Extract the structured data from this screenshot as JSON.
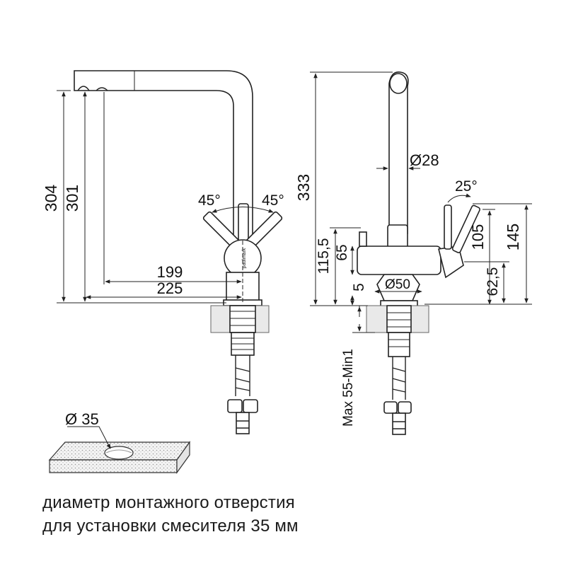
{
  "dimensions": {
    "h304": "304",
    "h301": "301",
    "angle_left": "45°",
    "angle_right": "45°",
    "d199": "199",
    "d225": "225",
    "h333": "333",
    "dia28": "Ø28",
    "angle25": "25°",
    "h115": "115,5",
    "h65": "65",
    "h5": "5",
    "dia50": "Ø50",
    "h105": "105",
    "h145": "145",
    "h62": "62,5",
    "maxmin": "Max 55-Min1",
    "hole_dia": "Ø 35"
  },
  "brand": "paulmark",
  "caption": {
    "line1": "диаметр монтажного отверстия",
    "line2": "для установки смесителя 35 мм"
  }
}
